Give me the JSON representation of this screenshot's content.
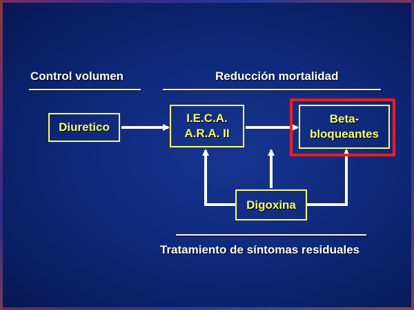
{
  "headings": {
    "control_volumen": "Control volumen",
    "reduccion_mortalidad": "Reducción mortalidad",
    "tratamiento": "Tratamiento de síntomas residuales"
  },
  "boxes": {
    "diuretico": "Diuretico",
    "ieca_line1": "I.E.C.A.",
    "ieca_line2": "A.R.A. II",
    "beta_line1": "Beta-",
    "beta_line2": "bloqueantes",
    "digoxina": "Digoxina"
  },
  "colors": {
    "background": "#0f2a7c",
    "box_border": "#ffff66",
    "box_text": "#ffff66",
    "heading_text": "#ffffff",
    "highlight": "#ff1a1a",
    "arrows": "#ffffff"
  }
}
